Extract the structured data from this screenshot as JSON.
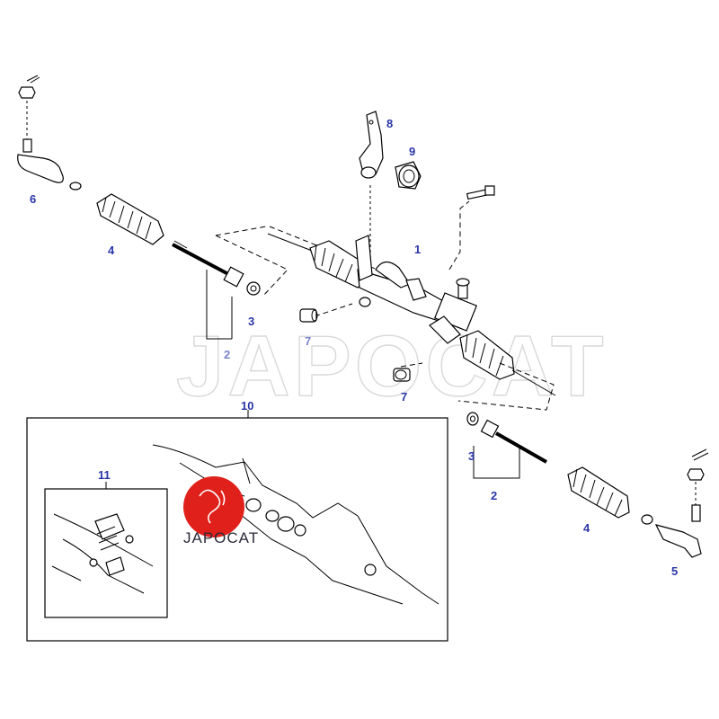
{
  "diagram": {
    "callouts": {
      "n1": "1",
      "n2_left": "2",
      "n2_right": "2",
      "n3_left": "3",
      "n3_right": "3",
      "n4_left": "4",
      "n4_right": "4",
      "n5": "5",
      "n6": "6",
      "n7_left": "7",
      "n7_right": "7",
      "n8": "8",
      "n9": "9",
      "n10": "10",
      "n11": "11"
    },
    "watermark": "JAPOCAT",
    "logo": {
      "text": "JAPOCAT",
      "color": "#e0201b"
    },
    "colors": {
      "callout": "#2a36a8",
      "lines": "#000000"
    }
  }
}
